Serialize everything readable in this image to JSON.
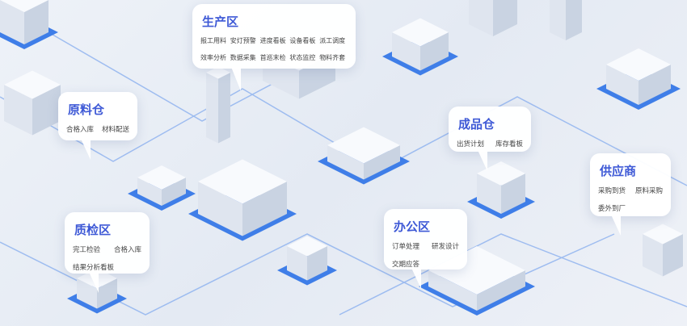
{
  "colors": {
    "accent": "#3e59d6",
    "platform": "#3f7ee8",
    "background": "#e9eef5"
  },
  "zones": [
    {
      "id": "production",
      "title": "生产区",
      "items": [
        "报工用料",
        "安灯预警",
        "进度看板",
        "设备看板",
        "派工调度",
        "效率分析",
        "数据采集",
        "首巡末检",
        "状态监控",
        "物料齐套"
      ]
    },
    {
      "id": "raw-warehouse",
      "title": "原料仓",
      "items": [
        "合格入库",
        "材料配送"
      ]
    },
    {
      "id": "quality",
      "title": "质检区",
      "items": [
        "完工检验",
        "合格入库",
        "结果分析看板"
      ]
    },
    {
      "id": "office",
      "title": "办公区",
      "items": [
        "订单处理",
        "研发设计",
        "交期应答"
      ]
    },
    {
      "id": "finished-warehouse",
      "title": "成品仓",
      "items": [
        "出货计划",
        "库存看板"
      ]
    },
    {
      "id": "supplier",
      "title": "供应商",
      "items": [
        "采购到货",
        "原料采购",
        "委外到厂"
      ]
    }
  ]
}
